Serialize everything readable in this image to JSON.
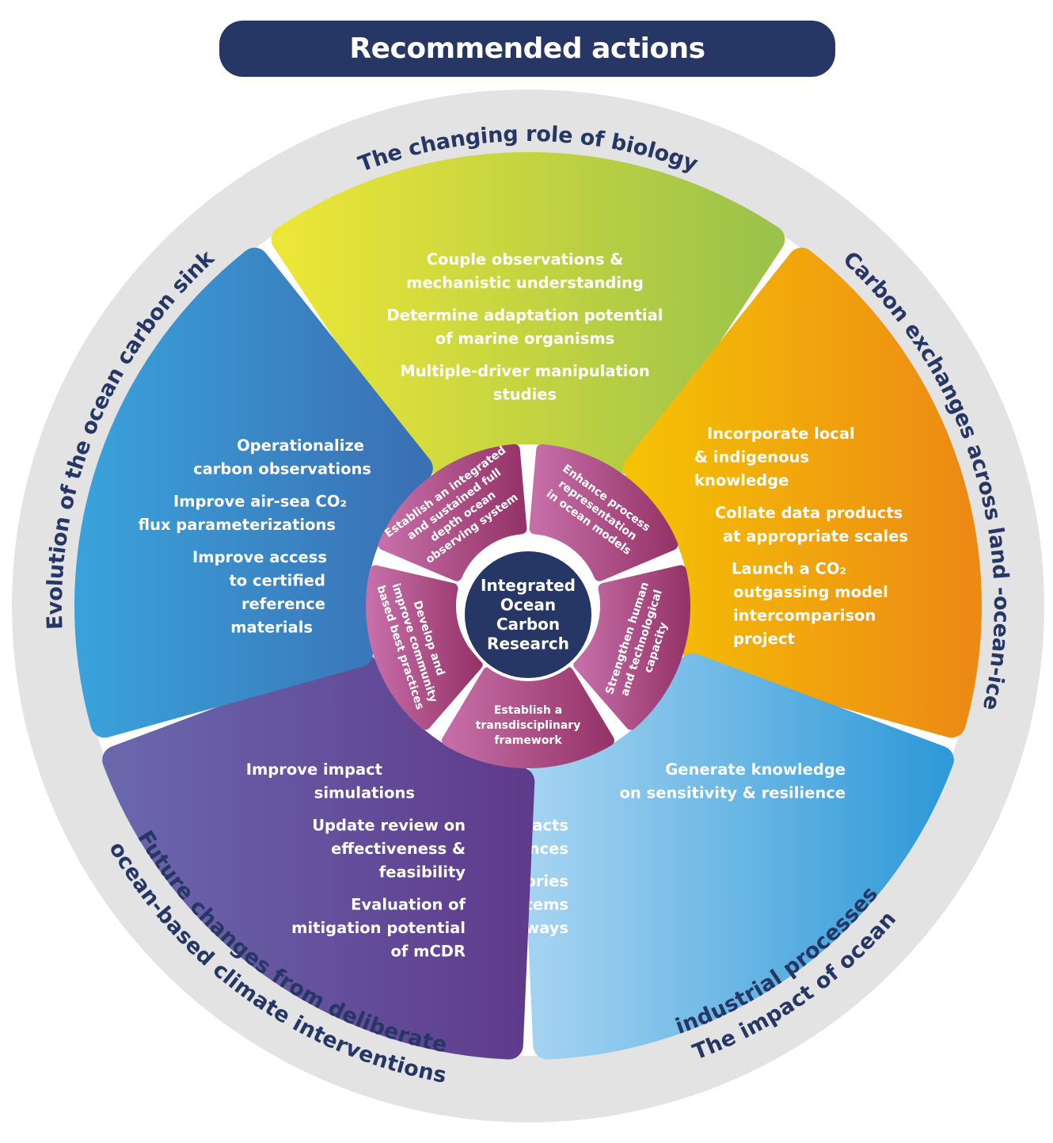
{
  "title": "Recommended actions",
  "outer_ring": {
    "color": "#e3e3e3",
    "label_color": "#263766",
    "labels": [
      {
        "id": "biology",
        "lines": [
          "The changing role of biology"
        ]
      },
      {
        "id": "land-ocean-ice",
        "lines": [
          "Carbon exchanges across land -ocean-ice"
        ]
      },
      {
        "id": "industrial",
        "lines": [
          "The impact of ocean",
          "industrial processes"
        ]
      },
      {
        "id": "interventions",
        "lines": [
          "Future changes from deliberate",
          "ocean-based  climate interventions"
        ]
      },
      {
        "id": "carbon-sink",
        "lines": [
          "Evolution of the ocean carbon sink"
        ]
      }
    ]
  },
  "petals": [
    {
      "id": "biology",
      "colors": [
        "#ece637",
        "#9bc24a"
      ],
      "actions": [
        [
          "Couple observations &",
          "mechanistic understanding"
        ],
        [
          "Determine adaptation potential",
          "of marine organisms"
        ],
        [
          "Multiple-driver manipulation",
          "studies"
        ]
      ]
    },
    {
      "id": "land-ocean-ice",
      "colors": [
        "#f5c105",
        "#ec8a14"
      ],
      "actions": [
        [
          "Incorporate local",
          "& indigenous",
          "knowledge"
        ],
        [
          "Collate data products",
          "at appropriate scales"
        ],
        [
          "Launch a CO₂",
          "outgassing model",
          "intercomparison",
          "project"
        ]
      ]
    },
    {
      "id": "industrial",
      "colors": [
        "#a4d3f1",
        "#309ad8"
      ],
      "actions": [
        [
          "Generate knowledge",
          "on sensitivity & resilience"
        ],
        [
          "Qualify the impacts",
          "& consequences"
        ],
        [
          "Evaluate future trajectories",
          "using ocean systems",
          "pathways"
        ]
      ]
    },
    {
      "id": "interventions",
      "colors": [
        "#6a67ad",
        "#5f3b8c"
      ],
      "actions": [
        [
          "Improve impact",
          "simulations"
        ],
        [
          "Update review on",
          "effectiveness &",
          "feasibility"
        ],
        [
          "Evaluation of",
          "mitigation potential",
          "of mCDR"
        ]
      ]
    },
    {
      "id": "carbon-sink",
      "colors": [
        "#3aa1da",
        "#3a70b4"
      ],
      "actions": [
        [
          "Operationalize",
          "carbon observations"
        ],
        [
          "Improve air-sea CO₂",
          "flux parameterizations"
        ],
        [
          "Improve access",
          "to certified",
          "reference",
          "materials"
        ]
      ]
    }
  ],
  "inner_segments": {
    "colors": [
      "#c66ea8",
      "#953468"
    ],
    "items": [
      {
        "id": "observing-system",
        "lines": [
          "Establish an integrated",
          "and sustained full",
          "depth ocean",
          "observing system"
        ]
      },
      {
        "id": "process-representation",
        "lines": [
          "Enhance process",
          "representation",
          "in ocean models"
        ]
      },
      {
        "id": "capacity",
        "lines": [
          "Strengthen human",
          "and technological",
          "capacity"
        ]
      },
      {
        "id": "transdisciplinary",
        "lines": [
          "Establish a",
          "transdisciplinary",
          "framework"
        ]
      },
      {
        "id": "best-practices",
        "lines": [
          "Develop and",
          "improve community",
          "based best practices"
        ]
      }
    ]
  },
  "hub": {
    "color": "#263766",
    "lines": [
      "Integrated",
      "Ocean",
      "Carbon",
      "Research"
    ]
  }
}
